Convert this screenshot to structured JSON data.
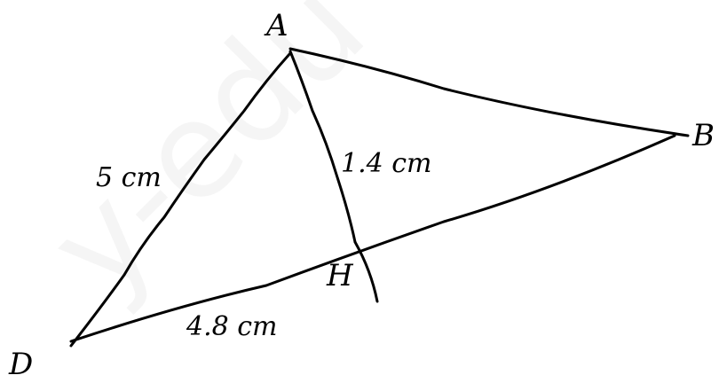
{
  "watermark": "y-edu",
  "vertices": {
    "A": "A",
    "B": "B",
    "D": "D",
    "H": "H"
  },
  "measurements": {
    "AD": "5 cm",
    "AH": "1.4 cm",
    "DH": "4.8 cm"
  }
}
